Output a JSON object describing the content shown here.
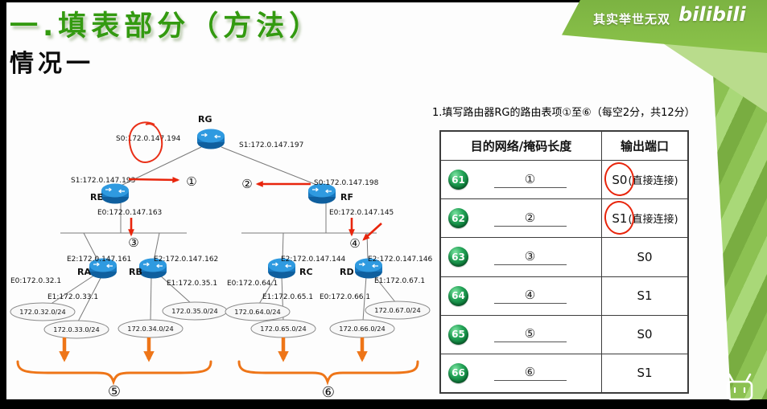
{
  "slide": {
    "title": "一.填表部分（方法）",
    "subtitle": "情况一",
    "watermark": "其实举世无双",
    "logo": "bilibili"
  },
  "question": "1.填写路由器RG的路由表项①至⑥（每空2分，共12分）",
  "table": {
    "col_dest": "目的网络/掩码长度",
    "col_port": "输出端口",
    "rows": [
      {
        "badge": "61",
        "blank": "①",
        "port": "S0",
        "port_note": "(直接连接)"
      },
      {
        "badge": "62",
        "blank": "②",
        "port": "S1",
        "port_note": "(直接连接)"
      },
      {
        "badge": "63",
        "blank": "③",
        "port": "S0",
        "port_note": ""
      },
      {
        "badge": "64",
        "blank": "④",
        "port": "S1",
        "port_note": ""
      },
      {
        "badge": "65",
        "blank": "⑤",
        "port": "S0",
        "port_note": ""
      },
      {
        "badge": "66",
        "blank": "⑥",
        "port": "S1",
        "port_note": ""
      }
    ]
  },
  "diagram": {
    "routers": {
      "rg": "RG",
      "re": "RE",
      "rf": "RF",
      "ra": "RA",
      "rb": "RB",
      "rc": "RC",
      "rd": "RD"
    },
    "ifaces": {
      "rg_s0": "S0:172.0.147.194",
      "rg_s1": "S1:172.0.147.197",
      "re_s1": "S1:172.0.147.193",
      "rf_s0": "S0:172.0.147.198",
      "re_e0": "E0:172.0.147.163",
      "rf_e0": "E0:172.0.147.145",
      "ra_e2": "E2:172.0.147.161",
      "rb_e2": "E2:172.0.147.162",
      "rc_e2": "E2:172.0.147.144",
      "rd_e2": "E2:172.0.147.146",
      "ra_e0": "E0:172.0.32.1",
      "ra_e1": "E1:172.0.33.1",
      "rb_e1": "E1:172.0.35.1",
      "rc_e0": "E0:172.0.64.1",
      "rc_e1": "E1:172.0.65.1",
      "rd_e0": "E0:172.0.66.1",
      "rd_e1": "E1:172.0.67.1"
    },
    "nets": {
      "n32": "172.0.32.0/24",
      "n33": "172.0.33.0/24",
      "n34": "172.0.34.0/24",
      "n35": "172.0.35.0/24",
      "n64": "172.0.64.0/24",
      "n65": "172.0.65.0/24",
      "n66": "172.0.66.0/24",
      "n67": "172.0.67.0/24"
    },
    "marks": {
      "m1": "①",
      "m2": "②",
      "m3": "③",
      "m4": "④",
      "m5": "⑤",
      "m6": "⑥"
    }
  },
  "colors": {
    "title_green": "#339a10",
    "annotation_red": "#e8250c",
    "arrow_orange": "#ee7518",
    "badge_green": "#0d7c3a",
    "brand_green": "#8bc34a"
  }
}
